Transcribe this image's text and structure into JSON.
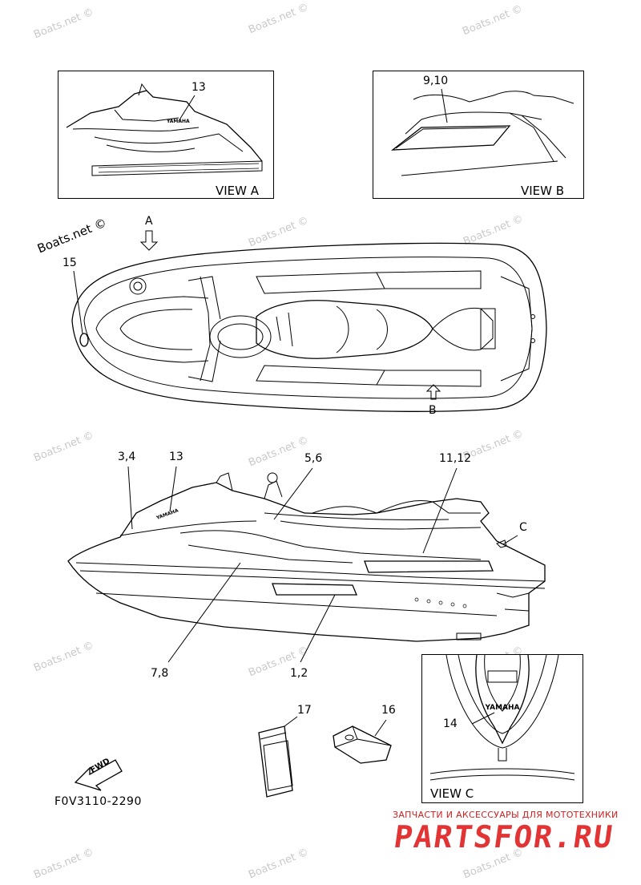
{
  "watermarks": [
    {
      "id": "wm1",
      "text": "Boats.net ©"
    },
    {
      "id": "wm2",
      "text": "Boats.net ©"
    },
    {
      "id": "wm3",
      "text": "Boats.net ©"
    },
    {
      "id": "wm4",
      "text": "Boats.net ©"
    },
    {
      "id": "wm5",
      "text": "Boats.net ©"
    },
    {
      "id": "wm6",
      "text": "Boats.net ©"
    },
    {
      "id": "wm7",
      "text": "Boats.net ©"
    },
    {
      "id": "wm8",
      "text": "Boats.net ©"
    },
    {
      "id": "wm9",
      "text": "Boats.net ©"
    },
    {
      "id": "wm10",
      "text": "Boats.net ©"
    },
    {
      "id": "wm11",
      "text": "Boats.net ©"
    },
    {
      "id": "wm12",
      "text": "Boats.net ©"
    },
    {
      "id": "wm13",
      "text": "Boats.net ©"
    },
    {
      "id": "wm14",
      "text": "Boats.net ©"
    }
  ],
  "main_watermark": "Boats.net ©",
  "views": {
    "a": {
      "label": "VIEW A",
      "callout": "13"
    },
    "b": {
      "label": "VIEW B",
      "callout": "9,10"
    },
    "c": {
      "label": "VIEW C",
      "callout": "14",
      "logo": "YAMAHA"
    }
  },
  "top_view": {
    "arrow_a": "A",
    "arrow_b": "B",
    "callout_15": "15"
  },
  "side_view": {
    "callouts": {
      "c34": "3,4",
      "c13": "13",
      "c56": "5,6",
      "c1112": "11,12",
      "c78": "7,8",
      "c12": "1,2",
      "arrow_c": "C"
    },
    "logo": "YAMAHA"
  },
  "parts": {
    "c17": "17",
    "c16": "16"
  },
  "fwd_label": "FWD",
  "part_number": "F0V3110-2290",
  "brand": {
    "subtitle": "ЗАПЧАСТИ И АКСЕССУАРЫ ДЛЯ МОТОТЕХНИКИ",
    "name": "PARTSFOR.RU"
  }
}
